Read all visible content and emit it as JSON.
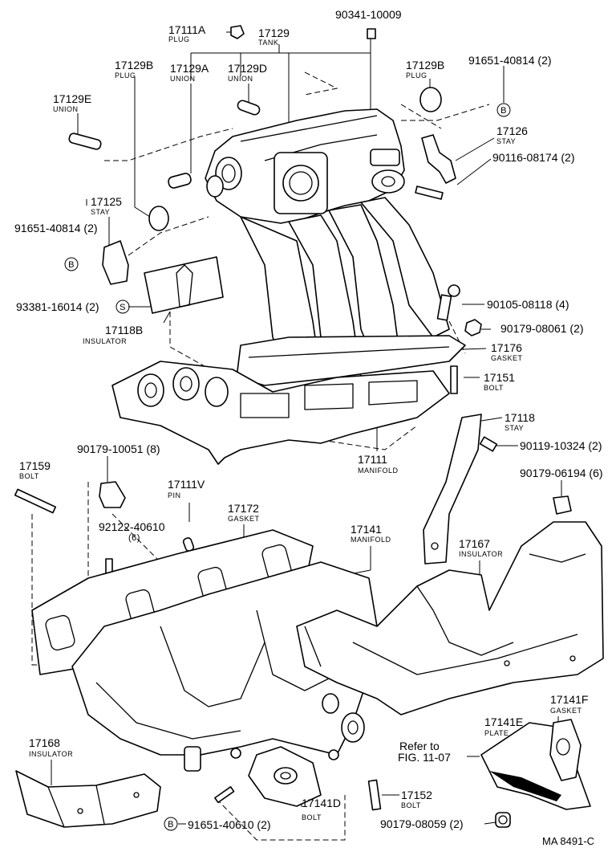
{
  "diagram": {
    "drawing_code": "MA 8491-C",
    "reference": {
      "line1": "Refer to",
      "line2": "FIG. 11-07"
    },
    "callouts": [
      {
        "id": "c_17111a",
        "number": "17111A",
        "name": "PLUG"
      },
      {
        "id": "c_17129",
        "number": "17129",
        "name": "TANK"
      },
      {
        "id": "c_90341",
        "number": "90341-10009",
        "name": ""
      },
      {
        "id": "c_17129b_l",
        "number": "17129B",
        "name": "PLUG"
      },
      {
        "id": "c_17129a",
        "number": "17129A",
        "name": "UNION"
      },
      {
        "id": "c_17129d",
        "number": "17129D",
        "name": "UNION"
      },
      {
        "id": "c_17129b_r",
        "number": "17129B",
        "name": "PLUG"
      },
      {
        "id": "c_91651_top",
        "number": "91651-40814 (2)",
        "name": ""
      },
      {
        "id": "c_17129e",
        "number": "17129E",
        "name": "UNION"
      },
      {
        "id": "c_17126",
        "number": "17126",
        "name": "STAY"
      },
      {
        "id": "c_90116",
        "number": "90116-08174 (2)",
        "name": ""
      },
      {
        "id": "c_17125",
        "number": "17125",
        "name": "STAY"
      },
      {
        "id": "c_91651_left",
        "number": "91651-40814 (2)",
        "name": ""
      },
      {
        "id": "c_93381",
        "number": "93381-16014 (2)",
        "name": ""
      },
      {
        "id": "c_90105",
        "number": "90105-08118 (4)",
        "name": ""
      },
      {
        "id": "c_17118b",
        "number": "17118B",
        "name": "INSULATOR"
      },
      {
        "id": "c_90179_08061",
        "number": "90179-08061 (2)",
        "name": ""
      },
      {
        "id": "c_17176",
        "number": "17176",
        "name": "GASKET"
      },
      {
        "id": "c_17151",
        "number": "17151",
        "name": "BOLT"
      },
      {
        "id": "c_17118",
        "number": "17118",
        "name": "STAY"
      },
      {
        "id": "c_90119",
        "number": "90119-10324 (2)",
        "name": ""
      },
      {
        "id": "c_17111",
        "number": "17111",
        "name": "MANIFOLD"
      },
      {
        "id": "c_90179_10051",
        "number": "90179-10051 (8)",
        "name": ""
      },
      {
        "id": "c_17159",
        "number": "17159",
        "name": "BOLT"
      },
      {
        "id": "c_90179_06194",
        "number": "90179-06194 (6)",
        "name": ""
      },
      {
        "id": "c_17111v",
        "number": "17111V",
        "name": "PIN"
      },
      {
        "id": "c_17172",
        "number": "17172",
        "name": "GASKET"
      },
      {
        "id": "c_17141",
        "number": "17141",
        "name": "MANIFOLD"
      },
      {
        "id": "c_92122",
        "number": "92122-40610",
        "name": "(6)"
      },
      {
        "id": "c_17167",
        "number": "17167",
        "name": "INSULATOR"
      },
      {
        "id": "c_17141f",
        "number": "17141F",
        "name": "GASKET"
      },
      {
        "id": "c_17141e",
        "number": "17141E",
        "name": "PLATE"
      },
      {
        "id": "c_17168",
        "number": "17168",
        "name": "INSULATOR"
      },
      {
        "id": "c_17141d",
        "number": "17141D",
        "name": "BOLT"
      },
      {
        "id": "c_17152",
        "number": "17152",
        "name": "BOLT"
      },
      {
        "id": "c_91651_bot",
        "number": "91651-40610 (2)",
        "name": ""
      },
      {
        "id": "c_90179_08059",
        "number": "90179-08059 (2)",
        "name": ""
      }
    ],
    "markers": [
      {
        "id": "m_b_top",
        "letter": "B"
      },
      {
        "id": "m_b_left",
        "letter": "B"
      },
      {
        "id": "m_s",
        "letter": "S"
      },
      {
        "id": "m_b_bot",
        "letter": "B"
      }
    ]
  }
}
